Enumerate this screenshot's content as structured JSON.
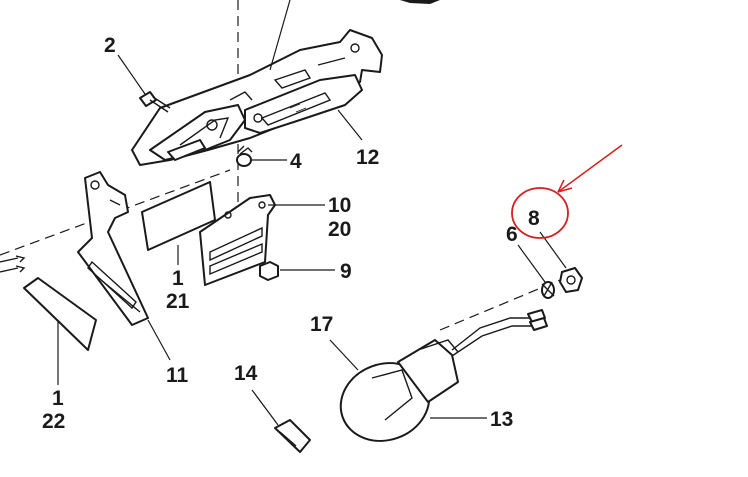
{
  "callouts": {
    "c2": "2",
    "c4": "4",
    "c12": "12",
    "c10": "10",
    "c20": "20",
    "c9": "9",
    "c1a": "1",
    "c21": "21",
    "c11": "11",
    "c1b": "1",
    "c22": "22",
    "c14": "14",
    "c17": "17",
    "c13": "13",
    "c6": "6",
    "c8": "8"
  },
  "annotation": {
    "color": "#d42020",
    "marks": [
      "circle-around-callout-8",
      "arrow-pointing-to-callout-8"
    ]
  },
  "colors": {
    "ink": "#1a1a1a",
    "background": "#ffffff"
  }
}
